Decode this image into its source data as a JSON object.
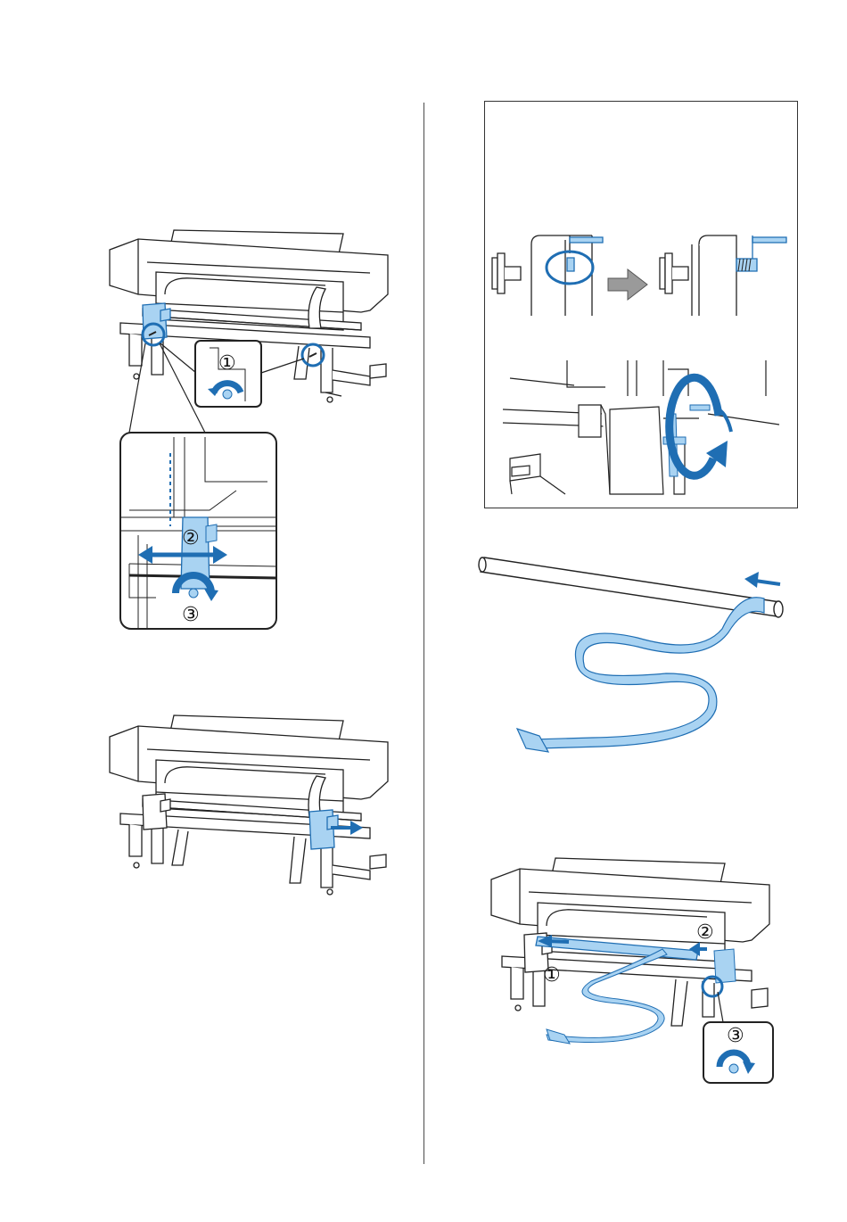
{
  "colors": {
    "accent_blue": "#1f6eb3",
    "light_blue": "#a9d3f2",
    "line": "#222222",
    "arrow_gray": "#9a9a9a"
  },
  "figures": {
    "fig1": {
      "callouts": [
        "①"
      ]
    },
    "fig1_detail": {
      "callouts": [
        "②",
        "③"
      ]
    },
    "fig_roller_install": {
      "callouts": [
        "①",
        "②",
        "③"
      ]
    }
  }
}
